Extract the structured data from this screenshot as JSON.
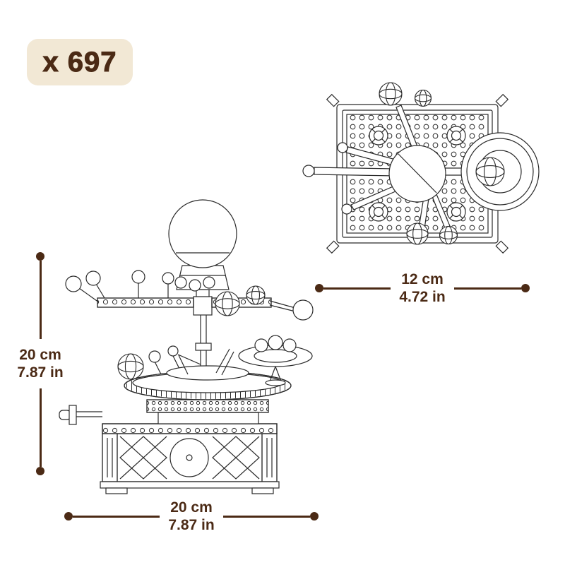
{
  "badge": {
    "piece_count": "x 697"
  },
  "dimensions": {
    "model_height": {
      "metric": "20 cm",
      "imperial": "7.87 in"
    },
    "model_width": {
      "metric": "20 cm",
      "imperial": "7.87 in"
    },
    "base_width": {
      "metric": "12 cm",
      "imperial": "4.72 in"
    }
  },
  "figures": {
    "front_view": "orrery-building-set-front-view-line-art",
    "top_view": "orrery-base-plate-top-view-line-art"
  },
  "colors": {
    "accent_brown": "#4b2a15",
    "badge_background": "#f2e8d5",
    "line_art": "#2a2a2a",
    "background": "#ffffff"
  }
}
